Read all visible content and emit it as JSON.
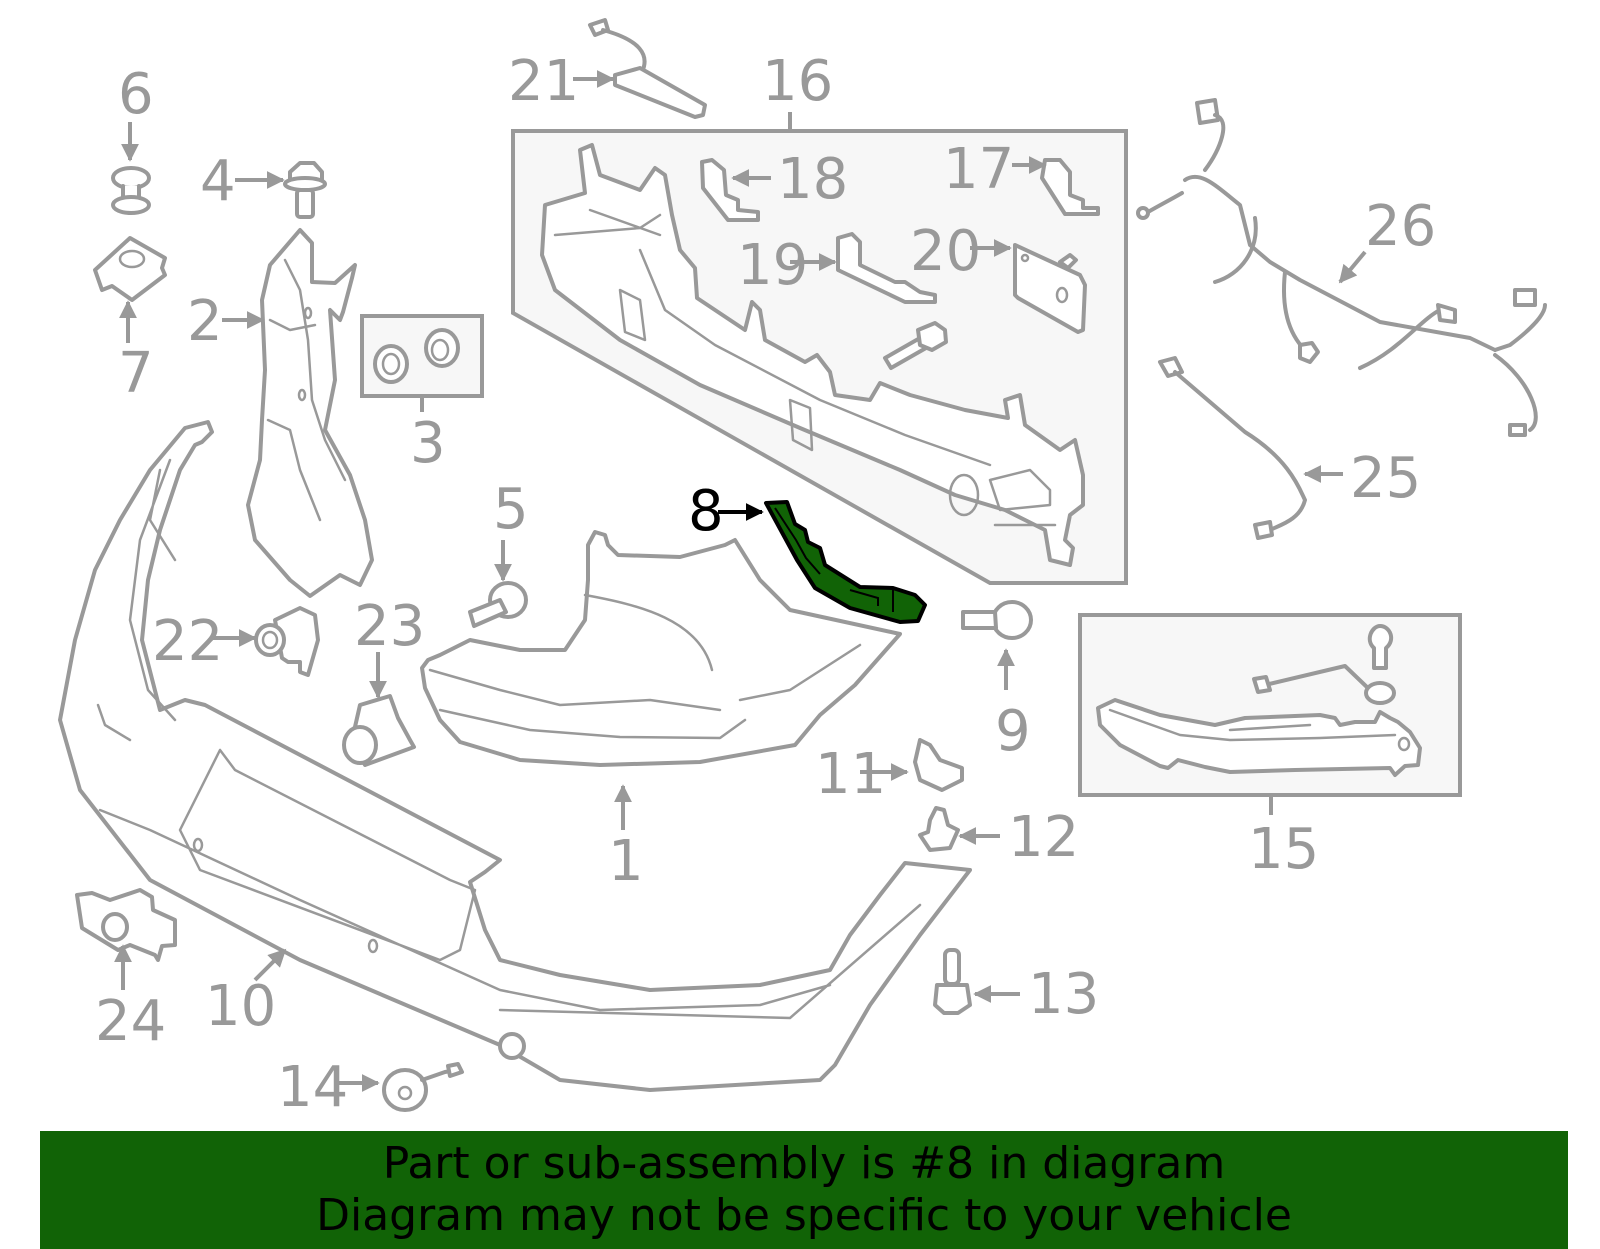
{
  "diagram": {
    "highlight_color": "#116306",
    "label_color": "#999999",
    "highlight_label_color": "#000000",
    "highlighted_part": "8",
    "callouts": [
      {
        "id": "1",
        "label": "1"
      },
      {
        "id": "2",
        "label": "2"
      },
      {
        "id": "3",
        "label": "3"
      },
      {
        "id": "4",
        "label": "4"
      },
      {
        "id": "5",
        "label": "5"
      },
      {
        "id": "6",
        "label": "6"
      },
      {
        "id": "7",
        "label": "7"
      },
      {
        "id": "8",
        "label": "8"
      },
      {
        "id": "9",
        "label": "9"
      },
      {
        "id": "10",
        "label": "10"
      },
      {
        "id": "11",
        "label": "11"
      },
      {
        "id": "12",
        "label": "12"
      },
      {
        "id": "13",
        "label": "13"
      },
      {
        "id": "14",
        "label": "14"
      },
      {
        "id": "15",
        "label": "15"
      },
      {
        "id": "16",
        "label": "16"
      },
      {
        "id": "17",
        "label": "17"
      },
      {
        "id": "18",
        "label": "18"
      },
      {
        "id": "19",
        "label": "19"
      },
      {
        "id": "20",
        "label": "20"
      },
      {
        "id": "21",
        "label": "21"
      },
      {
        "id": "22",
        "label": "22"
      },
      {
        "id": "23",
        "label": "23"
      },
      {
        "id": "24",
        "label": "24"
      },
      {
        "id": "25",
        "label": "25"
      },
      {
        "id": "26",
        "label": "26"
      }
    ]
  },
  "banner": {
    "background": "#116306",
    "line1": "Part or sub-assembly is #8 in diagram",
    "line2": "Diagram may not be specific to your vehicle"
  }
}
